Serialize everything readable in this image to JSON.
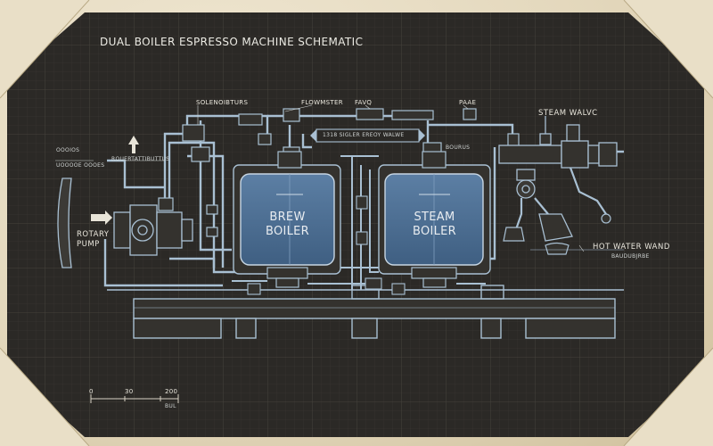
{
  "title": "DUAL BOILER ESPRESSO MACHINE SCHEMATIC",
  "labels": {
    "rotary_pump": "ROTARY PUMP",
    "brew_boiler": "BREW BOILER",
    "steam_boiler": "STEAM BOILER",
    "steam_valve": "STEAM  WALVC",
    "hot_water_wand": "HOT WATER WAND",
    "hot_water_sub": "BAUDUBJRBE",
    "solenoid": "SOLENOIBTURS",
    "flowmeter": "FLOWMSTER",
    "flow_valve": "FAVQ",
    "right_valve": "PAAE",
    "center_tag": "1318  SIGLER  EREOY  WALWE",
    "left_top": "OOOIOS",
    "left_bottom": "UOOOOE  OOOES",
    "gauge_label": "ROUERTATTIBUTTUS",
    "steam_side": "BOURUS"
  },
  "scale": {
    "ticks": [
      "0",
      "30",
      "200"
    ],
    "unit": "BUL"
  },
  "colors": {
    "board": "#2b2926",
    "line": "#a9c0d3",
    "boiler": "#4e6f93",
    "accent": "#6f8fb3"
  }
}
